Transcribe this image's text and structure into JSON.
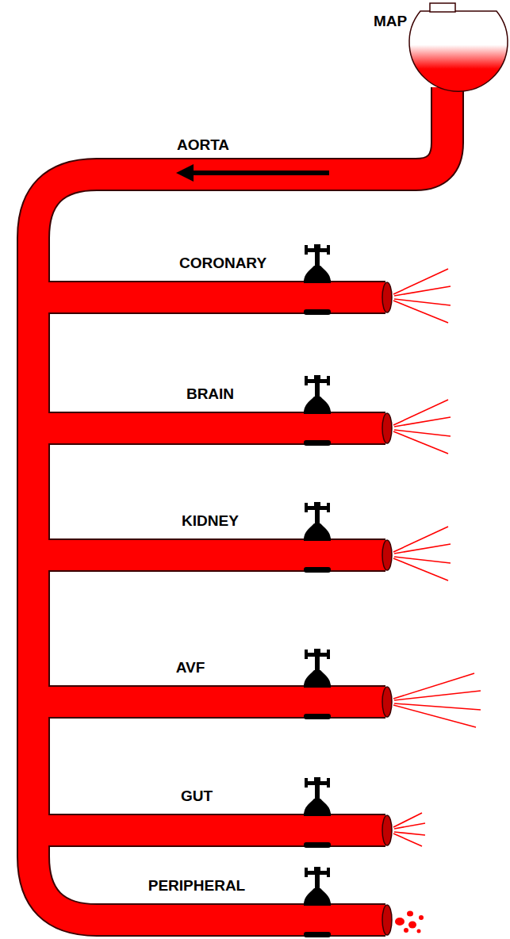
{
  "diagram": {
    "labels": [
      "MAP",
      "AORTA",
      "CORONARY",
      "BRAIN",
      "KIDNEY",
      "AVF",
      "GUT",
      "PERIPHERAL"
    ]
  }
}
